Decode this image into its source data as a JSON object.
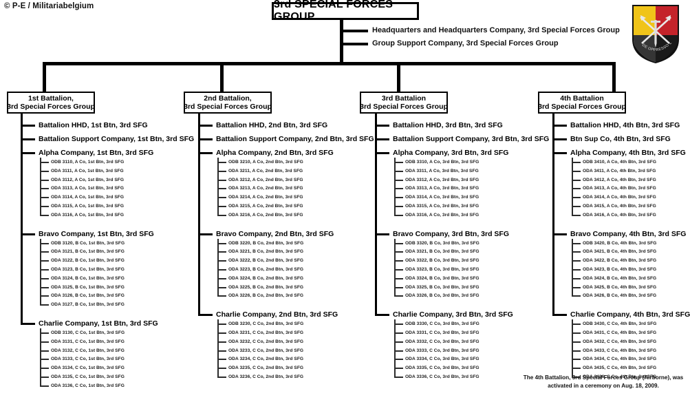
{
  "credit": "© P-E / Militariabelgium",
  "header": {
    "title": "3rd SPECIAL FORCES GROUP",
    "direct_units": [
      "Headquarters and Headquarters Company,  3rd Special Forces Group",
      "Group Support Company,  3rd Special Forces Group"
    ]
  },
  "insignia": {
    "name": "3rd-special-forces-group-flash",
    "colors": {
      "yellow": "#f0c419",
      "red": "#c4232a",
      "black": "#1a1a1a",
      "white": "#f2f2f2",
      "outline": "#111111"
    },
    "motto": "DE OPPRESSO LIBER"
  },
  "footnote": "The 4th Battalion, 3rd Special Forces Group (Airborne), was activated in a ceremony on Aug. 18, 2009.",
  "battalions": [
    {
      "box_line1": "1st Battalion,",
      "box_line2": "3rd Special Forces Group",
      "rows": [
        {
          "label": "Battalion HHD,  1st Btn, 3rd SFG",
          "teams": []
        },
        {
          "label": "Battalion  Support Company, 1st Btn,  3rd SFG",
          "teams": []
        },
        {
          "label": "Alpha Company, 1st Btn,  3rd SFG",
          "teams": [
            "ODB 3110, A Co, 1st Btn,  3rd SFG",
            "ODA 3111, A Co, 1st Btn,  3rd SFG",
            "ODA 3112, A Co, 1st Btn,  3rd SFG",
            "ODA 3113, A Co, 1st Btn,  3rd SFG",
            "ODA 3114, A Co, 1st Btn,  3rd SFG",
            "ODA 3115, A Co, 1st Btn,  3rd SFG",
            "ODA 3116, A Co, 1st Btn,  3rd SFG"
          ]
        },
        {
          "label": "Bravo Company, 1st Btn,  3rd SFG",
          "teams": [
            "ODB 3120, B Co, 1st Btn,  3rd SFG",
            "ODA 3121, B Co, 1st Btn,  3rd SFG",
            "ODA 3122, B Co, 1st Btn,  3rd SFG",
            "ODA 3123, B Co, 1st Btn,  3rd SFG",
            "ODA 3124, B Co, 1st Btn,  3rd SFG",
            "ODA 3125, B Co, 1st Btn,  3rd SFG",
            "ODA 3126, B Co, 1st Btn,  3rd SFG",
            "ODA 3127, B Co, 1st Btn,  3rd SFG"
          ]
        },
        {
          "label": "Charlie Company, 1st Btn,  3rd SFG",
          "teams": [
            "ODB 3130, C Co, 1st Btn,  3rd SFG",
            "ODA 3131, C Co, 1st Btn,  3rd SFG",
            "ODA 3132, C Co, 1st Btn,  3rd SFG",
            "ODA 3133, C Co, 1st Btn,  3rd SFG",
            "ODA 3134, C Co, 1st Btn,  3rd SFG",
            "ODA 3135, C Co, 1st Btn,  3rd SFG",
            "ODA 3136, C Co, 1st Btn,  3rd SFG"
          ]
        }
      ]
    },
    {
      "box_line1": "2nd Battalion,",
      "box_line2": "3rd Special Forces Group",
      "rows": [
        {
          "label": "Battalion HHD,  2nd Btn, 3rd SFG",
          "teams": []
        },
        {
          "label": "Battalion  Support Company, 2nd Btn,  3rd SFG",
          "teams": []
        },
        {
          "label": "Alpha Company, 2nd Btn,  3rd SFG",
          "teams": [
            "ODB 3210, A Co, 2nd Btn,  3rd SFG",
            "ODA 3211, A Co, 2nd Btn,  3rd SFG",
            "ODA 3212, A Co, 2nd Btn,  3rd SFG",
            "ODA 3213, A Co, 2nd Btn,  3rd SFG",
            "ODA 3214, A Co, 2nd Btn,  3rd SFG",
            "ODA 3215, A Co, 2nd Btn,  3rd SFG",
            "ODA 3216, A Co, 2nd Btn,  3rd SFG"
          ]
        },
        {
          "label": "Bravo Company, 2nd Btn,  3rd SFG",
          "teams": [
            "ODB 3220, B Co, 2nd Btn,  3rd SFG",
            "ODA 3221, B Co, 2nd Btn,  3rd SFG",
            "ODA 3222, B Co, 2nd Btn,  3rd SFG",
            "ODA 3223, B Co, 2nd Btn,  3rd SFG",
            "ODA 3224, B Co, 2nd Btn,  3rd SFG",
            "ODA 3225, B Co, 2nd Btn,  3rd SFG",
            "ODA 3226, B Co, 2nd Btn,  3rd SFG"
          ]
        },
        {
          "label": "Charlie Company, 2nd Btn, 3rd SFG",
          "teams": [
            "ODB 3230, C Co, 2nd Btn,  3rd SFG",
            "ODA 3231, C Co, 2nd Btn,  3rd SFG",
            "ODA 3232, C Co, 2nd Btn,  3rd SFG",
            "ODA 3233, C Co, 2nd Btn,  3rd SFG",
            "ODA 3234, C Co, 2nd Btn,  3rd SFG",
            "ODA 3235, C Co, 2nd Btn,  3rd SFG",
            "ODA 3236, C Co, 2nd Btn,  3rd SFG"
          ]
        }
      ]
    },
    {
      "box_line1": "3rd Battalion",
      "box_line2": "3rd Special Forces Group",
      "rows": [
        {
          "label": "Battalion HHD,  3rd Btn, 3rd SFG",
          "teams": []
        },
        {
          "label": "Battalion  Support Company, 3rd Btn,  3rd SFG",
          "teams": []
        },
        {
          "label": "Alpha Company, 3rd Btn,  3rd SFG",
          "teams": [
            "ODB 3310, A Co, 3rd Btn,  3rd SFG",
            "ODA 3311, A Co, 3rd Btn,  3rd SFG",
            "ODA 3312, A Co, 3rd Btn,  3rd SFG",
            "ODA 3313, A Co, 3rd Btn,  3rd SFG",
            "ODA 3314, A Co, 3rd Btn,  3rd SFG",
            "ODA 3315, A Co, 3rd Btn,  3rd SFG",
            "ODA 3316, A Co, 3rd Btn,  3rd SFG"
          ]
        },
        {
          "label": "Bravo Company, 3rd Btn,  3rd SFG",
          "teams": [
            "ODB 3320, B Co, 3rd Btn,  3rd SFG",
            "ODA 3321, B Co, 3rd Btn,  3rd SFG",
            "ODA 3322, B Co, 3rd Btn,  3rd SFG",
            "ODA 3323, B Co, 3rd Btn,  3rd SFG",
            "ODA 3324, B Co, 3rd Btn,  3rd SFG",
            "ODA 3325, B Co, 3rd Btn,  3rd SFG",
            "ODA 3326, B Co, 3rd Btn,  3rd SFG"
          ]
        },
        {
          "label": "Charlie Company, 3rd Btn,  3rd SFG",
          "teams": [
            "ODB 3330, C Co, 3rd Btn,  3rd SFG",
            "ODA 3331, C Co, 3rd Btn,  3rd SFG",
            "ODA 3332, C Co, 3rd Btn,  3rd SFG",
            "ODA 3333, C Co, 3rd Btn,  3rd SFG",
            "ODA 3334, C Co, 3rd Btn,  3rd SFG",
            "ODA 3335, C Co, 3rd Btn,  3rd SFG",
            "ODA 3336, C Co, 3rd Btn,  3rd SFG"
          ]
        }
      ]
    },
    {
      "box_line1": "4th Battalion",
      "box_line2": "3rd Special Forces Group",
      "rows": [
        {
          "label": "Battalion HHD,  4th Btn, 3rd SFG",
          "teams": []
        },
        {
          "label": "Btn  Sup Co, 4th Btn,  3rd SFG",
          "teams": []
        },
        {
          "label": "Alpha Company, 4th Btn,  3rd SFG",
          "teams": [
            "ODB 3410, A Co, 4th Btn,  3rd SFG",
            "ODA 3411, A Co, 4th Btn,  3rd SFG",
            "ODA 3412, A Co, 4th Btn,  3rd SFG",
            "ODA 3413, A Co, 4th Btn,  3rd SFG",
            "ODA 3414, A Co, 4th Btn,  3rd SFG",
            "ODA 3415, A Co, 4th Btn,  3rd SFG",
            "ODA 3416, A Co, 4th Btn,  3rd SFG"
          ]
        },
        {
          "label": "Bravo Company, 4th Btn,  3rd SFG",
          "teams": [
            "ODB 3420, B Co, 4th Btn,  3rd SFG",
            "ODA 3421, B Co, 4th Btn,  3rd SFG",
            "ODA 3422, B Co, 4th Btn,  3rd SFG",
            "ODA 3423, B Co, 4th Btn,  3rd SFG",
            "ODA 3424, B Co, 4th Btn,  3rd SFG",
            "ODA 3425, B Co, 4th Btn,  3rd SFG",
            "ODA 3426, B Co, 4th Btn,  3rd SFG"
          ]
        },
        {
          "label": "Charlie Company, 4th Btn,  3rd SFG",
          "teams": [
            "ODB 3430, C Co, 4th Btn,  3rd SFG",
            "ODA 3431, C Co, 4th Btn,  3rd SFG",
            "ODA 3432, C Co, 4th Btn,  3rd SFG",
            "ODA 3433, C Co, 4th Btn,  3rd SFG",
            "ODA 3434, C Co, 4th Btn,  3rd SFG",
            "ODA 3435, C Co, 4th Btn,  3rd SFG",
            "ODA 3436, C Co, 4th Btn,  3rd SFG"
          ]
        }
      ]
    }
  ]
}
